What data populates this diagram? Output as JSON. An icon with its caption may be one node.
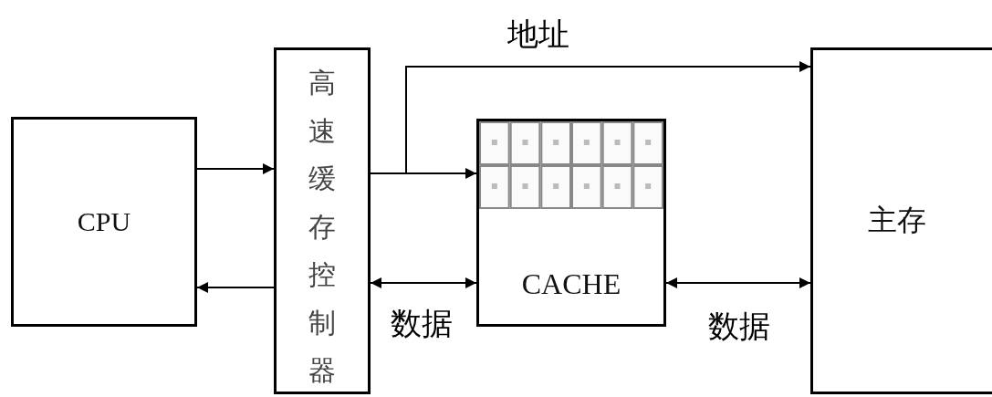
{
  "diagram": {
    "nodes": [
      {
        "text": [
          "CPU"
        ]
      },
      {
        "text": [
          "高速缓存控制器"
        ]
      },
      {
        "text": [
          "CACHE"
        ]
      },
      {
        "text": [
          "主存"
        ]
      }
    ],
    "edges": [
      {
        "from": 0,
        "to": 1,
        "arrow": "to"
      },
      {
        "from": 1,
        "to": 0,
        "arrow": "to"
      },
      {
        "from": 1,
        "to": 2,
        "arrow": "to"
      },
      {
        "from": 1,
        "to": 3,
        "arrow": "to",
        "label": "地址"
      },
      {
        "from": 1,
        "to": 2,
        "arrow": "both",
        "label": "数据"
      },
      {
        "from": 2,
        "to": 3,
        "arrow": "both",
        "label": "数据"
      }
    ]
  }
}
